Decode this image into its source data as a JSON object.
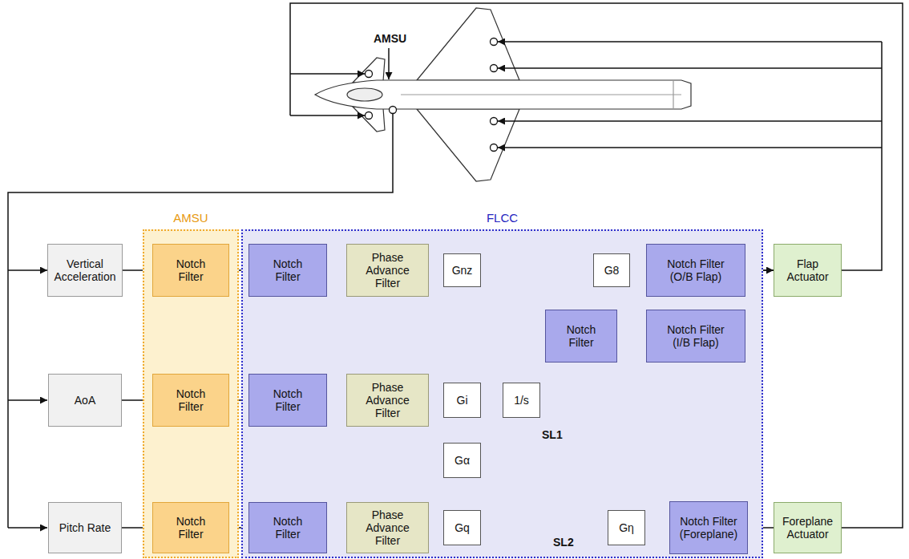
{
  "diagram": {
    "nodes": [
      {
        "text": [
          "Vertical Acceleration"
        ]
      },
      {
        "text": [
          "AoA"
        ]
      },
      {
        "text": [
          "Pitch Rate"
        ]
      },
      {
        "text": [
          "AMSU"
        ]
      },
      {
        "text": [
          "Notch Filter"
        ],
        "in": 3
      },
      {
        "text": [
          "Notch Filter"
        ],
        "in": 3
      },
      {
        "text": [
          "Notch Filter"
        ],
        "in": 3
      },
      {
        "text": [
          "FLCC"
        ]
      },
      {
        "text": [
          "Notch Filter"
        ],
        "in": 7
      },
      {
        "text": [
          "Phase Advance Filter"
        ],
        "in": 7
      },
      {
        "text": [
          "Gnz"
        ],
        "in": 7
      },
      {
        "text": [
          "G8"
        ],
        "in": 7
      },
      {
        "text": [
          "Notch Filter (O/B Flap)"
        ],
        "in": 7
      },
      {
        "text": [
          "Notch Filter (I/B Flap)"
        ],
        "in": 7
      },
      {
        "text": [
          "Notch Filter"
        ],
        "in": 7
      },
      {
        "text": [
          "Notch Filter"
        ],
        "in": 7
      },
      {
        "text": [
          "Phase Advance Filter"
        ],
        "in": 7
      },
      {
        "text": [
          "Gi"
        ],
        "in": 7
      },
      {
        "text": [
          "1/s"
        ],
        "in": 7
      },
      {
        "text": [
          "Gα"
        ],
        "in": 7
      },
      {
        "text": [
          "Notch Filter"
        ],
        "in": 7
      },
      {
        "text": [
          "Phase Advance Filter"
        ],
        "in": 7
      },
      {
        "text": [
          "Gq"
        ],
        "in": 7
      },
      {
        "text": [
          "Gη"
        ],
        "in": 7
      },
      {
        "text": [
          "Notch Filter (Foreplane)"
        ],
        "in": 7
      },
      {
        "text": [
          "Flap Actuator"
        ]
      },
      {
        "text": [
          "Foreplane Actuator"
        ]
      }
    ],
    "edges": [
      {
        "from": 0,
        "to": 4,
        "arrow": "none"
      },
      {
        "from": 4,
        "to": 8,
        "arrow": "none"
      },
      {
        "from": 8,
        "to": 9,
        "arrow": "none"
      },
      {
        "from": 9,
        "to": 10,
        "arrow": "none"
      },
      {
        "from": 10,
        "to": 11,
        "arrow": "none"
      },
      {
        "from": 11,
        "to": 12,
        "arrow": "none"
      },
      {
        "from": 11,
        "to": 13,
        "arrow": "none"
      },
      {
        "from": 12,
        "to": 25,
        "arrow": "none"
      },
      {
        "from": 13,
        "to": 25,
        "arrow": "to"
      },
      {
        "from": 1,
        "to": 5,
        "arrow": "none"
      },
      {
        "from": 5,
        "to": 15,
        "arrow": "none"
      },
      {
        "from": 15,
        "to": 16,
        "arrow": "none"
      },
      {
        "from": 16,
        "to": 17,
        "arrow": "none"
      },
      {
        "from": 17,
        "to": 18,
        "arrow": "none"
      },
      {
        "from": 16,
        "to": 19,
        "arrow": "none"
      },
      {
        "from": 18,
        "to": 14,
        "arrow": "to"
      },
      {
        "from": 19,
        "to": 14,
        "arrow": "to"
      },
      {
        "from": 18,
        "to": 23,
        "arrow": "to"
      },
      {
        "from": 19,
        "to": 23,
        "arrow": "to"
      },
      {
        "from": 14,
        "to": 11,
        "arrow": "none"
      },
      {
        "from": 2,
        "to": 6,
        "arrow": "none"
      },
      {
        "from": 6,
        "to": 20,
        "arrow": "none"
      },
      {
        "from": 20,
        "to": 21,
        "arrow": "none"
      },
      {
        "from": 21,
        "to": 22,
        "arrow": "none"
      },
      {
        "from": 22,
        "to": 23,
        "arrow": "to"
      },
      {
        "from": 23,
        "to": 24,
        "arrow": "none"
      },
      {
        "from": 24,
        "to": 26,
        "arrow": "none"
      }
    ],
    "labels": [
      "AMSU",
      "SL1",
      "SL2"
    ]
  }
}
